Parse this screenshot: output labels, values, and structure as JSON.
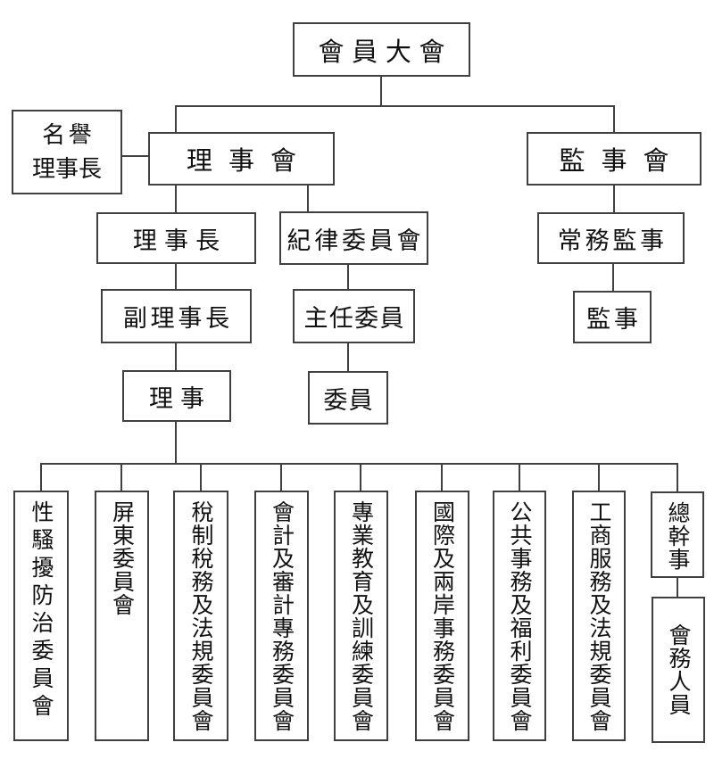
{
  "diagram": {
    "type": "organization-chart",
    "colors": {
      "line": "#404040",
      "text": "#111111",
      "background": "#ffffff"
    },
    "nodes": {
      "general_assembly": "會員大會",
      "honorary_chairman_lines": [
        "名譽",
        "理事長"
      ],
      "board_of_directors": "理事會",
      "board_of_supervisors": "監事會",
      "chairman": "理事長",
      "discipline_committee": "紀律委員會",
      "standing_supervisor": "常務監事",
      "vice_chairman": "副理事長",
      "chief_commissioner": "主任委員",
      "supervisor": "監事",
      "director": "理事",
      "commissioner": "委員",
      "committees": [
        "性騷擾防治委員會",
        "屏東委員會",
        "稅制稅務及法規委員會",
        "會計及審計專務委員會",
        "專業教育及訓練委員會",
        "國際及兩岸事務委員會",
        "公共事務及福利委員會",
        "工商服務及法規委員會",
        "總幹事"
      ],
      "staff": "會務人員"
    },
    "edges": [
      "會員大會 → 理事會",
      "會員大會 → 監事會",
      "名譽理事長 — 理事會",
      "理事會 → 理事長",
      "理事會 → 紀律委員會",
      "理事長 → 副理事長",
      "副理事長 → 理事",
      "紀律委員會 → 主任委員",
      "主任委員 → 委員",
      "監事會 → 常務監事",
      "常務監事 → 監事",
      "理事 → 性騷擾防治委員會",
      "理事 → 屏東委員會",
      "理事 → 稅制稅務及法規委員會",
      "理事 → 會計及審計專務委員會",
      "理事 → 專業教育及訓練委員會",
      "理事 → 國際及兩岸事務委員會",
      "理事 → 公共事務及福利委員會",
      "理事 → 工商服務及法規委員會",
      "理事 → 總幹事",
      "總幹事 → 會務人員"
    ]
  }
}
